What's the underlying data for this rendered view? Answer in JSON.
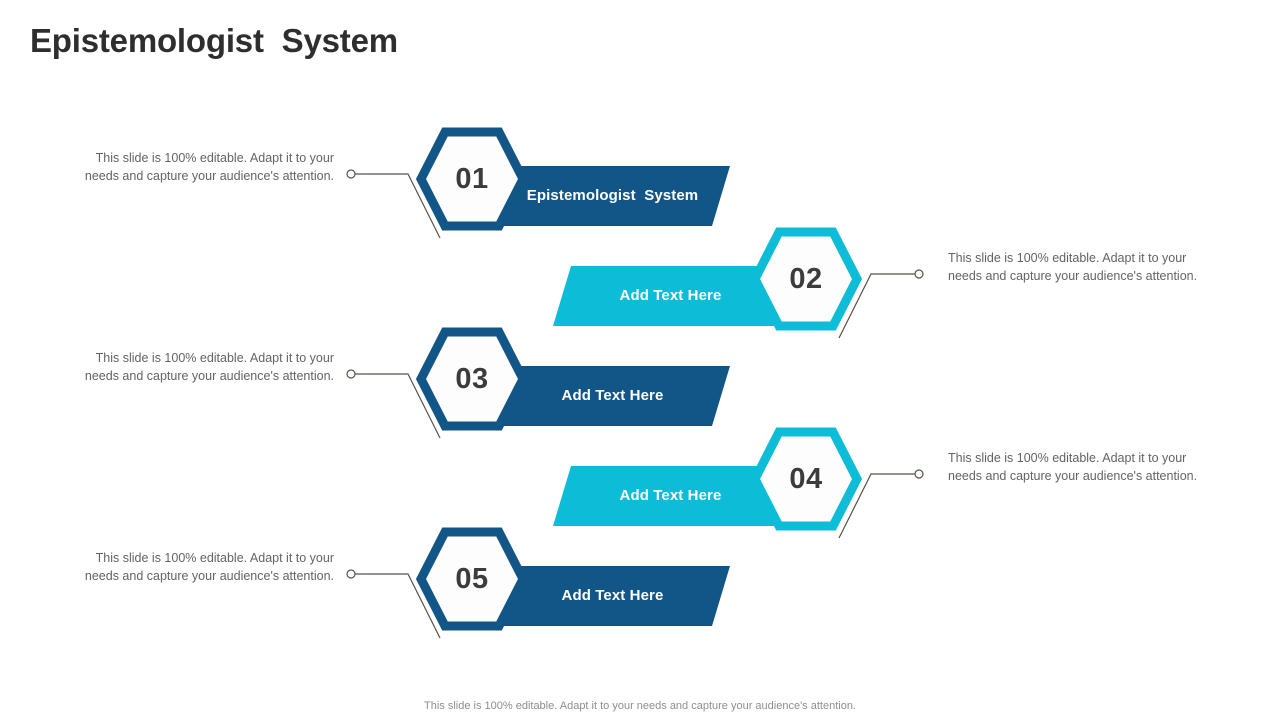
{
  "slide": {
    "title": "Epistemologist  System",
    "footer_note": "This slide is 100% editable. Adapt it to your needs and capture your audience's attention.",
    "colors": {
      "dark_blue": "#125688",
      "cyan": "#0dbcd6",
      "title_text": "#2e2e2e",
      "body_text": "#636363",
      "number_text": "#3c3c3c",
      "banner_text": "#ffffff",
      "footer_text": "#8e8e8e",
      "connector_line": "#5a5148",
      "background": "#ffffff"
    }
  },
  "steps": [
    {
      "number": "01",
      "banner_label": "Epistemologist  System",
      "description": "This slide is 100% editable. Adapt it to your needs and capture your audience's attention.",
      "side": "left",
      "accent": "dark"
    },
    {
      "number": "02",
      "banner_label": "Add Text Here",
      "description": "This slide is 100% editable. Adapt it to your needs and capture your audience's attention.",
      "side": "right",
      "accent": "cyan"
    },
    {
      "number": "03",
      "banner_label": "Add Text Here",
      "description": "This slide is 100% editable. Adapt it to your needs and capture your audience's attention.",
      "side": "left",
      "accent": "dark"
    },
    {
      "number": "04",
      "banner_label": "Add Text Here",
      "description": "This slide is 100% editable. Adapt it to your needs and capture your audience's attention.",
      "side": "right",
      "accent": "cyan"
    },
    {
      "number": "05",
      "banner_label": "Add Text Here",
      "description": "This slide is 100% editable. Adapt it to your needs and capture your audience's attention.",
      "side": "left",
      "accent": "dark"
    }
  ]
}
